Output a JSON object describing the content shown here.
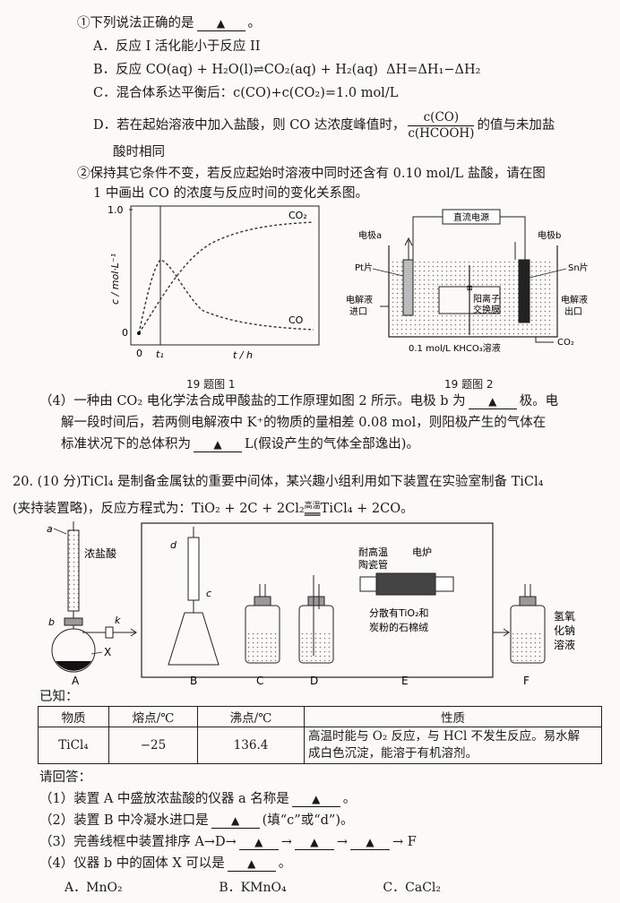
{
  "q19": {
    "sub1_stem": "①下列说法正确的是",
    "optA": "A．反应 I 活化能小于反应 II",
    "optB_text": "B．反应 CO(aq) + H₂O(l)⇌CO₂(aq) + H₂(aq)",
    "optB_dh": "ΔH=ΔH₁−ΔH₂",
    "optC": "C．混合体系达平衡后：c(CO)+c(CO₂)=1.0 mol/L",
    "optD_pre": "D．若在起始溶液中加入盐酸，则 CO 达浓度峰值时，",
    "optD_num": "c(CO)",
    "optD_den": "c(HCOOH)",
    "optD_post": "的值与未加盐",
    "optD_cont": "酸时相同",
    "sub2_line1": "②保持其它条件不变，若反应起始时溶液中同时还含有 0.10 mol/L 盐酸，请在图",
    "sub2_line2": "1 中画出 CO 的浓度与反应时间的变化关系图。",
    "fig1": {
      "ylabel": "c / mol·L⁻¹",
      "xlabel": "t / h",
      "ytick_top": "1.0",
      "ytick_zero": "0",
      "xtick_zero": "0",
      "xtick_t1": "t₁",
      "series_co2": "CO₂",
      "series_co": "CO",
      "caption": "19 题图 1"
    },
    "fig2": {
      "power": "直流电源",
      "electrode_a": "电极a",
      "electrode_b": "电极b",
      "pt": "Pt片",
      "sn": "Sn片",
      "inlet": "电解液进口",
      "inlet_l1": "电解液",
      "inlet_l2": "进口",
      "outlet_l1": "电解液",
      "outlet_l2": "出口",
      "membrane_l1": "阳离子",
      "membrane_l2": "交换膜",
      "solution": "0.1 mol/L KHCO₃溶液",
      "co2": "CO₂",
      "caption": "19 题图 2"
    },
    "part4_line1a": "（4）一种由 CO₂ 电化学法合成甲酸盐的工作原理如图 2 所示。电极 b 为",
    "part4_line1b": "极。电",
    "part4_line2": "解一段时间后，若两侧电解液中 K⁺的物质的量相差 0.08 mol，则阳极产生的气体在",
    "part4_line3a": "标准状况下的总体积为",
    "part4_line3b": "L(假设产生的气体全部逸出)。"
  },
  "blank_mark": "▲",
  "q20": {
    "line1": "20. (10 分)TiCl₄ 是制备金属钛的重要中间体，某兴趣小组利用如下装置在实验室制备 TiCl₄",
    "line2a": "(夹持装置略)，反应方程式为：TiO₂ + 2C + 2Cl₂",
    "cond": "高温",
    "line2b": "TiCl₄ + 2CO。",
    "apparatus": {
      "a": "a",
      "b": "b",
      "c": "c",
      "d": "d",
      "k": "k",
      "x": "X",
      "acid": "浓盐酸",
      "tube_l1": "耐高温",
      "tube_l2": "陶瓷管",
      "furnace": "电炉",
      "wool_l1": "分散有TiO₂和",
      "wool_l2": "炭粉的石棉绒",
      "naoh_l1": "氢氧",
      "naoh_l2": "化钠",
      "naoh_l3": "溶液",
      "label_A": "A",
      "label_B": "B",
      "label_C": "C",
      "label_D": "D",
      "label_E": "E",
      "label_F": "F"
    },
    "known": "已知：",
    "table": {
      "headers": [
        "物质",
        "熔点/℃",
        "沸点/℃",
        "性质"
      ],
      "row": [
        "TiCl₄",
        "−25",
        "136.4"
      ],
      "prop_l1": "高温时能与 O₂ 反应，与 HCl 不发生反应。易水解",
      "prop_l2": "成白色沉淀，能溶于有机溶剂。"
    },
    "answer": "请回答：",
    "p1a": "（1）装置 A 中盛放浓盐酸的仪器 a 名称是",
    "p1b": "。",
    "p2a": "（2）装置 B 中冷凝水进口是",
    "p2b": "(填“c”或“d”)。",
    "p3a": "（3）完善线框中装置排序 A→D→",
    "arrow": "→",
    "p3b": "→ F",
    "p4a": "（4）仪器 b 中的固体 X 可以是",
    "p4b": "。",
    "choices": [
      "A．MnO₂",
      "B．KMnO₄",
      "C．CaCl₂"
    ]
  }
}
